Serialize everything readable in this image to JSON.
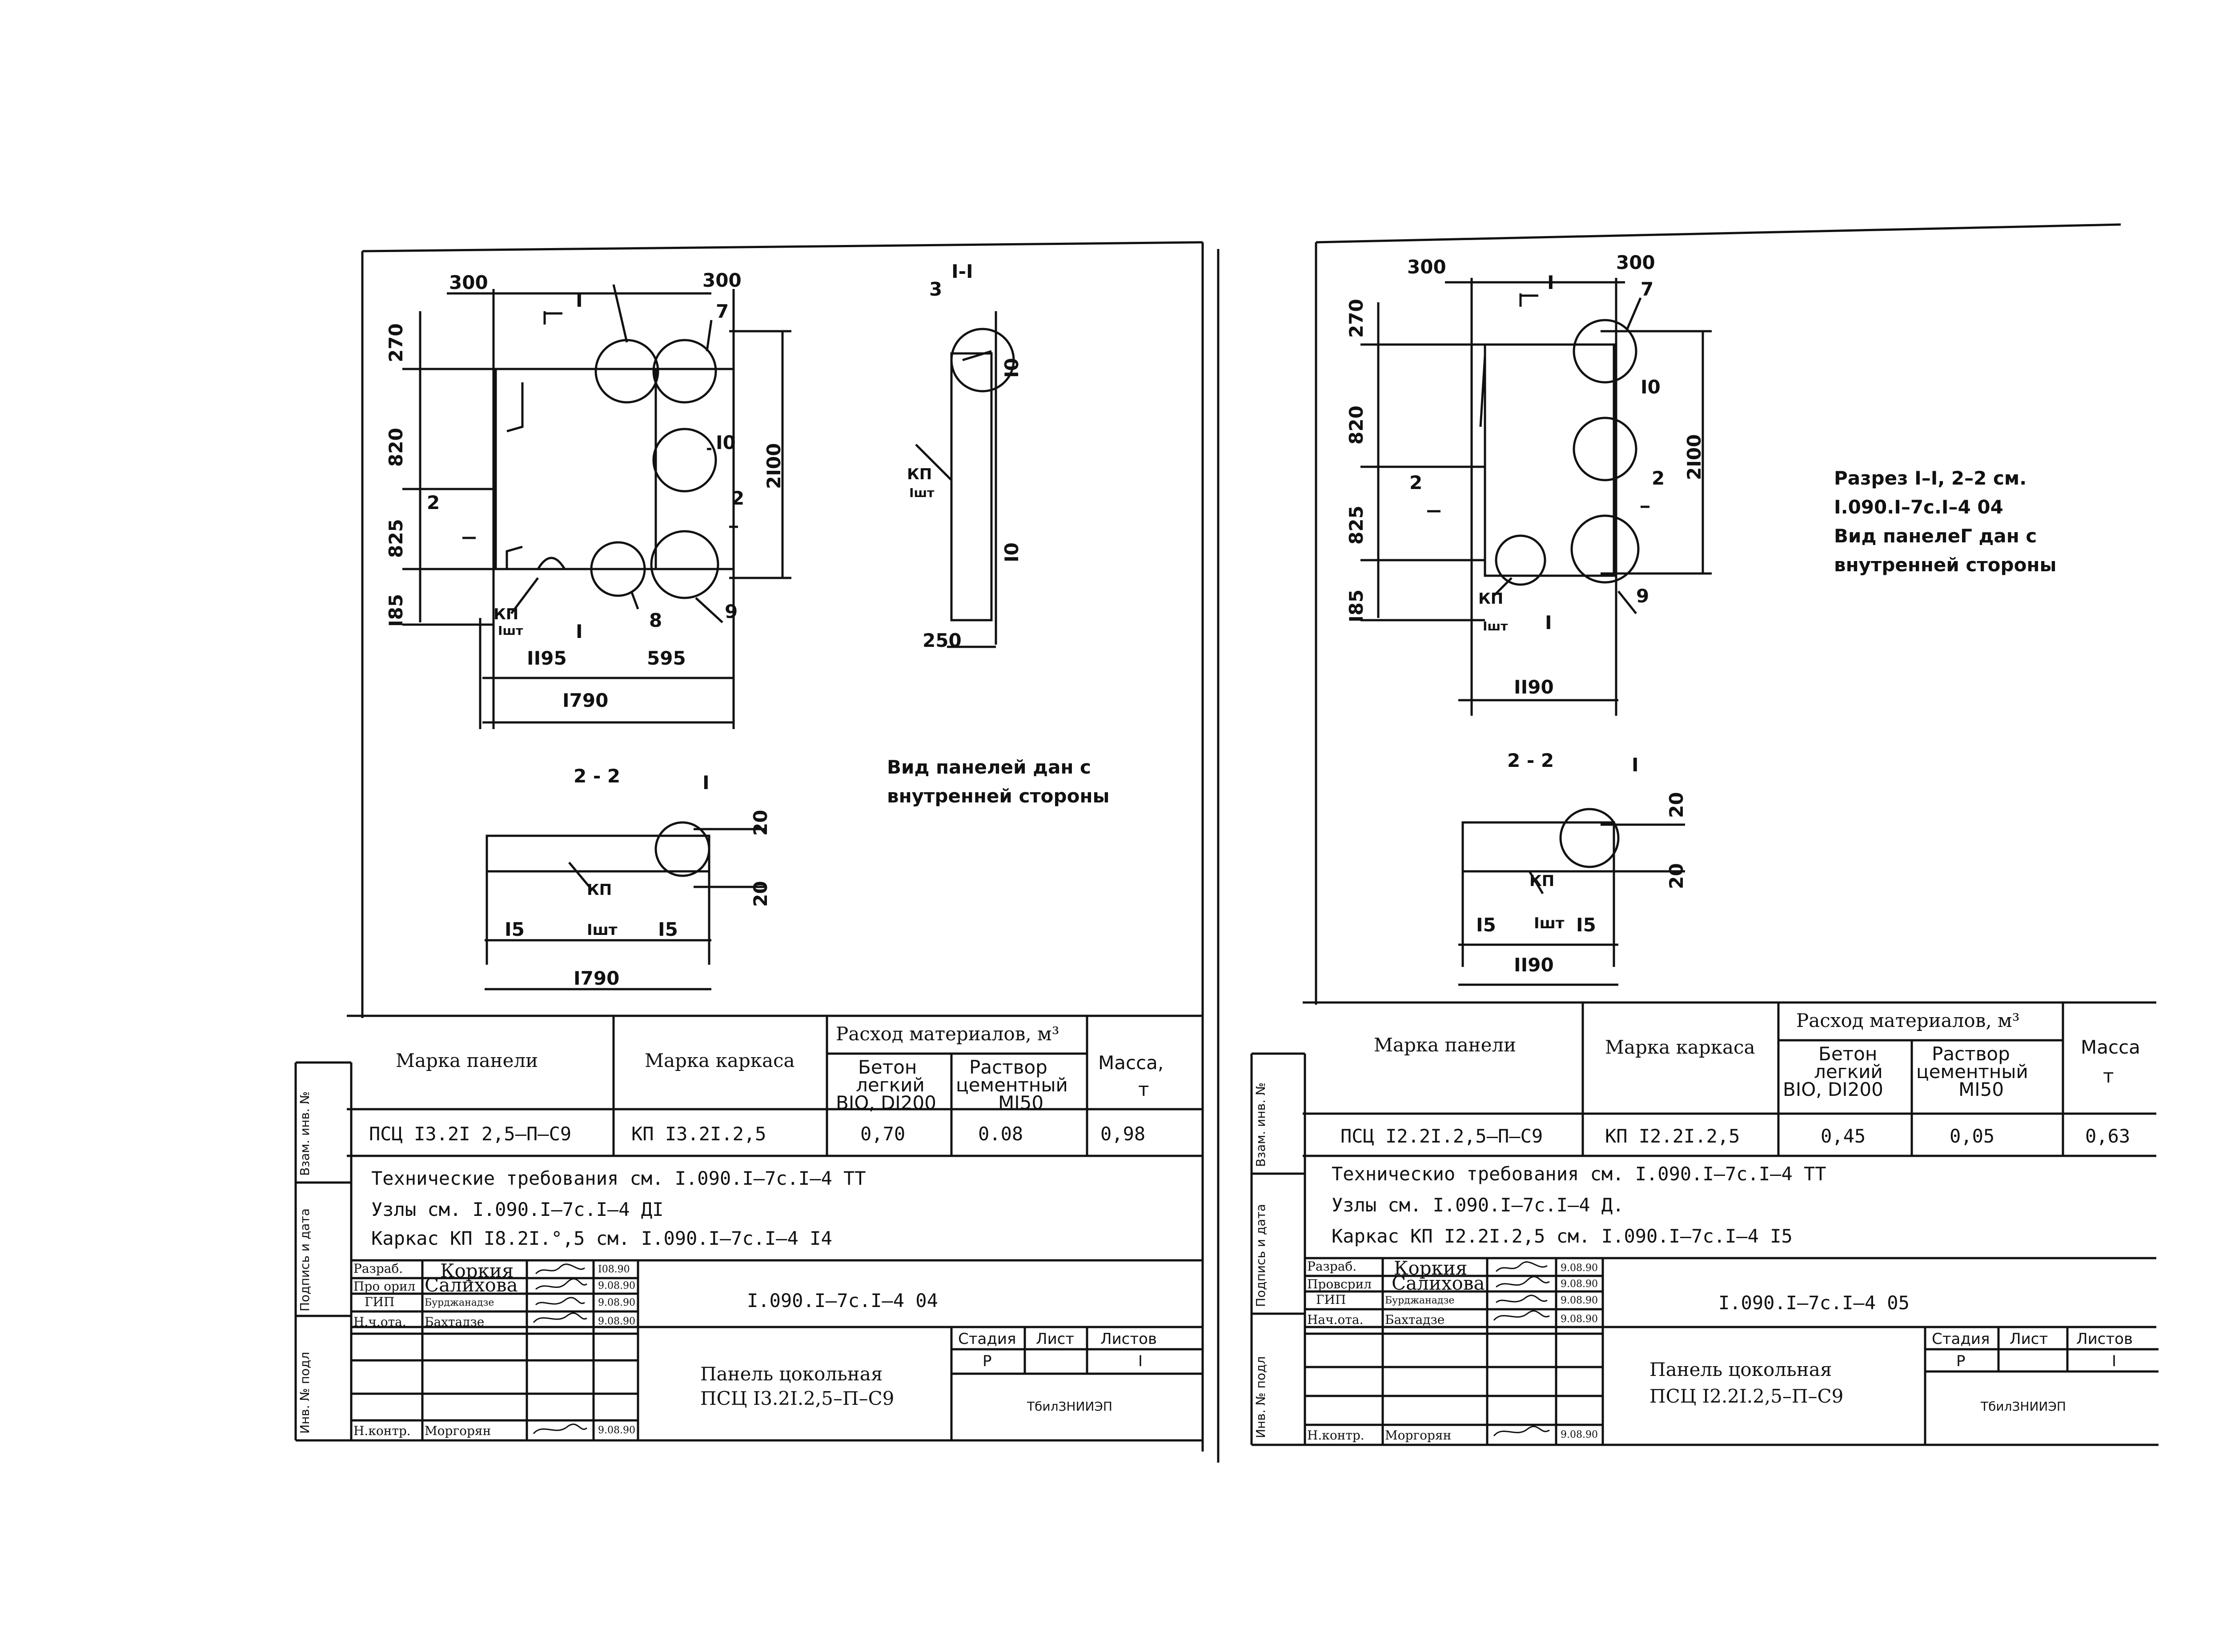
{
  "left": {
    "dims": {
      "d300a": "300",
      "d300b": "300",
      "d270": "270",
      "d820": "820",
      "d825": "825",
      "d185": "I85",
      "d1195": "II95",
      "d595": "595",
      "d1790": "I790",
      "d2100": "2I00",
      "dIa": "I",
      "dIb": "I",
      "d2a": "2",
      "d2b": "2",
      "n7": "7",
      "n10": "I0",
      "n8": "8",
      "n9": "9",
      "n3": "3",
      "n1": "I",
      "kp": "КП",
      "kp_sub": "Iшт"
    },
    "section11": {
      "title": "I-I",
      "kp": "КП",
      "kp_sub": "Iшт",
      "d10a": "I0",
      "d10b": "I0",
      "d250": "250"
    },
    "section22": {
      "title": "2 - 2",
      "n1": "I",
      "d20a": "20",
      "d20b": "20",
      "kp": "КП",
      "kp_sub": "Iшт",
      "d15a": "I5",
      "d15b": "I5",
      "d1790": "I790"
    },
    "note_view": [
      "Вид панелей дан с",
      "внутренней стороны"
    ],
    "table": {
      "h_panel": "Марка панели",
      "h_frame": "Марка каркаса",
      "h_consumption": "Расход материалов, м³",
      "h_concrete": [
        "Бетон",
        "легкий",
        "BIO, DI200"
      ],
      "h_mortar": [
        "Раствор",
        "цементный",
        "MI50"
      ],
      "h_mass": [
        "Масса,",
        "т"
      ],
      "panel": "ПСЦ I3.2I 2,5–П–С9",
      "frame": "КП I3.2I.2,5",
      "concrete": "0,70",
      "mortar": "0.08",
      "mass": "0,98"
    },
    "notes": [
      "Технические требования см. I.090.I–7c.I–4 TT",
      "Узлы см. I.090.I–7c.I–4 ДI",
      "Каркас КП I8.2I.°,5 см. I.090.I–7c.I–4 I4"
    ],
    "title_block": {
      "code": "I.090.I–7c.I–4 04",
      "name": [
        "Панель цокольная",
        "ПСЦ I3.2I.2,5–П–С9"
      ],
      "stage_h": "Стадия",
      "sheet_h": "Лист",
      "sheets_h": "Листов",
      "stage": "Р",
      "sheets": "I",
      "org": "ТбилЗНИИЭП",
      "rows": [
        {
          "role": "Разраб.",
          "name": "Коркия",
          "date": "I08.90"
        },
        {
          "role": "Про орил",
          "name": "Салихова",
          "date": "9.08.90"
        },
        {
          "role": "ГИП",
          "name": "Бурджанадзе",
          "date": "9.08.90"
        },
        {
          "role": "Н.ч.ота.",
          "name": "Бахтадзе",
          "date": "9.08.90"
        },
        {
          "role": "",
          "name": "",
          "date": ""
        },
        {
          "role": "",
          "name": "",
          "date": ""
        },
        {
          "role": "Н.контр.",
          "name": "Моргорян",
          "date": "9.08.90"
        }
      ],
      "side": [
        "Инв. № подл",
        "Подпись и дата",
        "Взам. инв. №"
      ]
    }
  },
  "right": {
    "dims": {
      "d300a": "300",
      "d300b": "300",
      "d270": "270",
      "d820": "820",
      "d825": "825",
      "d185": "I85",
      "d1190": "II90",
      "d2100": "2I00",
      "dIa": "I",
      "dIb": "I",
      "d2a": "2",
      "d2b": "2",
      "n7": "7",
      "n10": "I0",
      "n9": "9",
      "kp": "КП",
      "kp_sub": "Iшт"
    },
    "section22": {
      "title": "2 - 2",
      "n1": "I",
      "d20a": "20",
      "d20b": "20",
      "kp": "КП",
      "kp_sub": "Iшт",
      "d15a": "I5",
      "d15b": "I5",
      "d1190": "II90"
    },
    "note_section": [
      "Разрез I–I, 2–2 см.",
      "I.090.I–7c.I–4 04",
      "Вид панелеГ дан с",
      "внутренней стороны"
    ],
    "table": {
      "h_panel": "Марка панели",
      "h_frame": "Марка каркаса",
      "h_consumption": "Расход материалов, м³",
      "h_concrete": [
        "Бетон",
        "легкий",
        "BIO, DI200"
      ],
      "h_mortar": [
        "Раствор",
        "цементный",
        "MI50"
      ],
      "h_mass": [
        "Масса",
        "т"
      ],
      "panel": "ПСЦ I2.2I.2,5–П–С9",
      "frame": "КП I2.2I.2,5",
      "concrete": "0,45",
      "mortar": "0,05",
      "mass": "0,63"
    },
    "notes": [
      "Техническио требования см. I.090.I–7c.I–4 TT",
      "Узлы см. I.090.I–7c.I–4 Д.",
      "Каркас КП I2.2I.2,5 см. I.090.I–7c.I–4 I5"
    ],
    "title_block": {
      "code": "I.090.I–7c.I–4 05",
      "name": [
        "Панель цокольная",
        "ПСЦ I2.2I.2,5–П–С9"
      ],
      "stage_h": "Стадия",
      "sheet_h": "Лист",
      "sheets_h": "Листов",
      "stage": "Р",
      "sheets": "I",
      "org": "ТбилЗНИИЭП",
      "rows": [
        {
          "role": "Разраб.",
          "name": "Коркия",
          "date": "9.08.90"
        },
        {
          "role": "Провсрил",
          "name": "Салихова",
          "date": "9.08.90"
        },
        {
          "role": "ГИП",
          "name": "Бурджанадзе",
          "date": "9.08.90"
        },
        {
          "role": "Нач.ота.",
          "name": "Бахтадзе",
          "date": "9.08.90"
        },
        {
          "role": "",
          "name": "",
          "date": ""
        },
        {
          "role": "",
          "name": "",
          "date": ""
        },
        {
          "role": "Н.контр.",
          "name": "Моргорян",
          "date": "9.08.90"
        }
      ],
      "side": [
        "Инв. № подл",
        "Подпись и дата",
        "Взам. инв. №"
      ]
    }
  }
}
